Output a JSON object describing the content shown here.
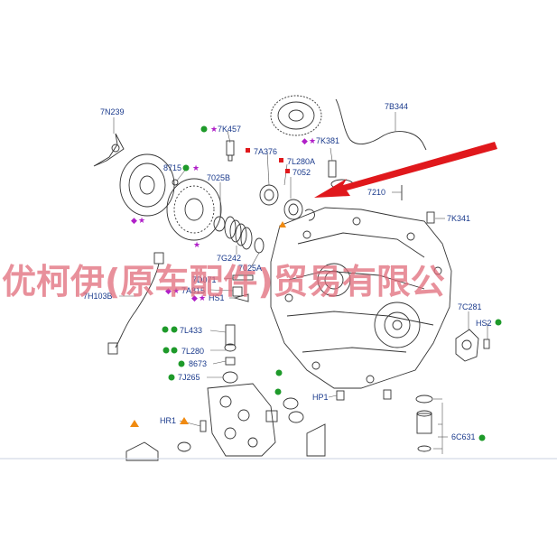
{
  "diagram": {
    "watermark": "优柯伊(原车配件)贸易有限公",
    "colors": {
      "label": "#1a3a8c",
      "green_dot": "#1e9a2a",
      "purple_marker": "#b020c8",
      "red_marker": "#e0181c",
      "orange_marker": "#f08a10",
      "arrow": "#e0181c",
      "watermark": "#e06b7a"
    },
    "labels": [
      {
        "id": "7n239",
        "text": "7N239"
      },
      {
        "id": "7k457",
        "text": "7K457"
      },
      {
        "id": "8715",
        "text": "8715"
      },
      {
        "id": "7025b",
        "text": "7025B"
      },
      {
        "id": "7a376",
        "text": "7A376"
      },
      {
        "id": "7l280a",
        "text": "7L280A"
      },
      {
        "id": "7052",
        "text": "7052"
      },
      {
        "id": "7k381",
        "text": "7K381"
      },
      {
        "id": "7b344",
        "text": "7B344"
      },
      {
        "id": "7210",
        "text": "7210"
      },
      {
        "id": "7k341",
        "text": "7K341"
      },
      {
        "id": "7g242",
        "text": "7G242"
      },
      {
        "id": "7025a",
        "text": "7025A"
      },
      {
        "id": "7d071",
        "text": "7D071"
      },
      {
        "id": "7a815",
        "text": "7A815"
      },
      {
        "id": "hs1",
        "text": "HS1"
      },
      {
        "id": "7h103b",
        "text": "7H103B"
      },
      {
        "id": "7l433",
        "text": "7L433"
      },
      {
        "id": "7l280",
        "text": "7L280"
      },
      {
        "id": "8673",
        "text": "8673"
      },
      {
        "id": "7j265",
        "text": "7J265"
      },
      {
        "id": "hp1",
        "text": "HP1"
      },
      {
        "id": "7c281",
        "text": "7C281"
      },
      {
        "id": "hs2",
        "text": "HS2"
      },
      {
        "id": "hr1",
        "text": "HR1"
      },
      {
        "id": "6c631",
        "text": "6C631"
      }
    ]
  }
}
